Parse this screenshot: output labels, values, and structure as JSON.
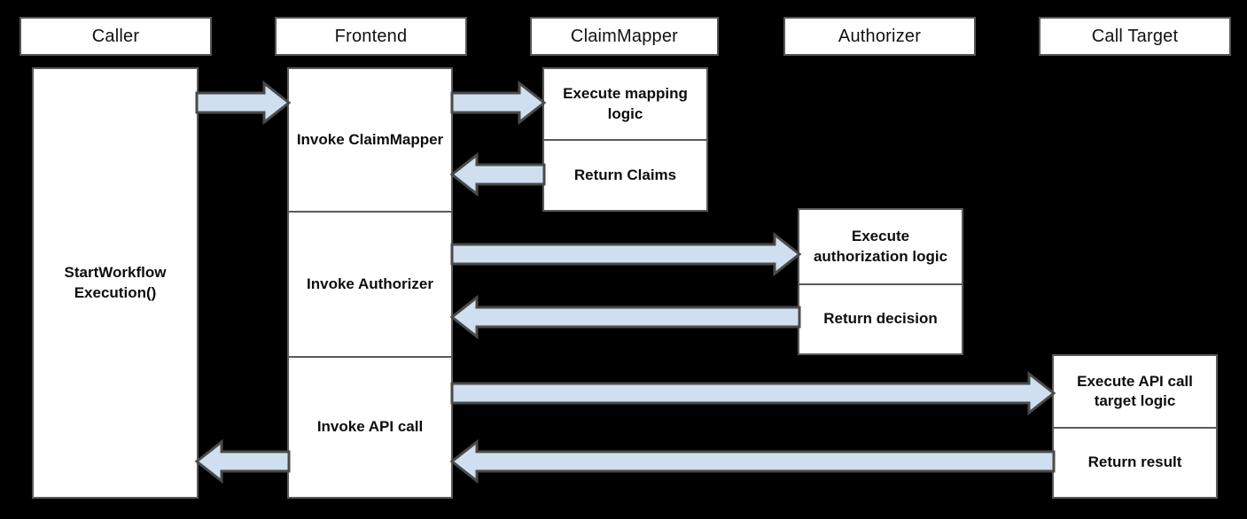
{
  "diagram": {
    "type": "sequence-diagram",
    "background_color": "#000000",
    "lane_fill": "#ffffff",
    "lane_border_color": "#555555",
    "arrow_fill": "#cfdff0",
    "arrow_border_color": "#4a4a4a",
    "lanes": [
      {
        "id": "caller",
        "title": "Caller"
      },
      {
        "id": "frontend",
        "title": "Frontend"
      },
      {
        "id": "claimmapper",
        "title": "ClaimMapper"
      },
      {
        "id": "authorizer",
        "title": "Authorizer"
      },
      {
        "id": "calltarget",
        "title": "Call Target"
      }
    ],
    "activations": {
      "caller": {
        "segments": [
          "StartWorkflow Execution()"
        ]
      },
      "frontend": {
        "segments": [
          "Invoke ClaimMapper",
          "Invoke Authorizer",
          "Invoke API call"
        ]
      },
      "claimmapper": {
        "segments": [
          "Execute mapping logic",
          "Return Claims"
        ]
      },
      "authorizer": {
        "segments": [
          "Execute authorization logic",
          "Return decision"
        ]
      },
      "calltarget": {
        "segments": [
          "Execute API call target logic",
          "Return result"
        ]
      }
    },
    "messages": [
      {
        "id": "m1",
        "from": "caller",
        "to": "frontend",
        "direction": "right"
      },
      {
        "id": "m2",
        "from": "frontend",
        "to": "claimmapper",
        "direction": "right"
      },
      {
        "id": "m3",
        "from": "claimmapper",
        "to": "frontend",
        "direction": "left"
      },
      {
        "id": "m4",
        "from": "frontend",
        "to": "authorizer",
        "direction": "right"
      },
      {
        "id": "m5",
        "from": "authorizer",
        "to": "frontend",
        "direction": "left"
      },
      {
        "id": "m6",
        "from": "frontend",
        "to": "calltarget",
        "direction": "right"
      },
      {
        "id": "m7",
        "from": "calltarget",
        "to": "frontend",
        "direction": "left"
      },
      {
        "id": "m8",
        "from": "frontend",
        "to": "caller",
        "direction": "left"
      }
    ]
  }
}
